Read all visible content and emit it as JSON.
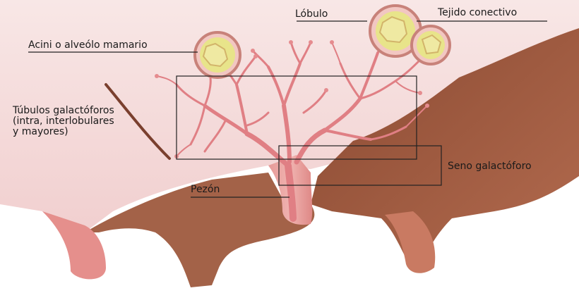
{
  "labels": {
    "acini": "Acini o alveólo mamario",
    "lobulo": "Lóbulo",
    "tejido": "Tejido conectivo",
    "tubulos": [
      "Túbulos galactóforos",
      "(intra, interlobulares",
      "y mayores)"
    ],
    "seno": "Seno galactóforo",
    "pezon": "Pezón"
  },
  "colors": {
    "skin_light": "#f6dede",
    "skin_pink": "#efc2c2",
    "udder_brown": "#9b5a3f",
    "teat": "#e89090",
    "duct": "#e07f84",
    "duct_outline": "#b85a60",
    "lobule_fill": "#e8e48a",
    "lobule_outline": "#c8827a",
    "leader": "#222222"
  }
}
